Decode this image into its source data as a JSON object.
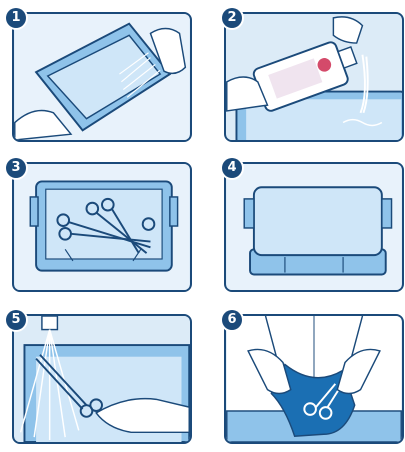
{
  "steps": [
    {
      "number": "1"
    },
    {
      "number": "2"
    },
    {
      "number": "3"
    },
    {
      "number": "4"
    },
    {
      "number": "5"
    },
    {
      "number": "6"
    }
  ],
  "colors": {
    "outline": "#1b4a7a",
    "tray_blue": "#8fc3ea",
    "water_light": "#cfe6f8",
    "background_light": "#dcebf7",
    "skin": "#ffffff"
  }
}
